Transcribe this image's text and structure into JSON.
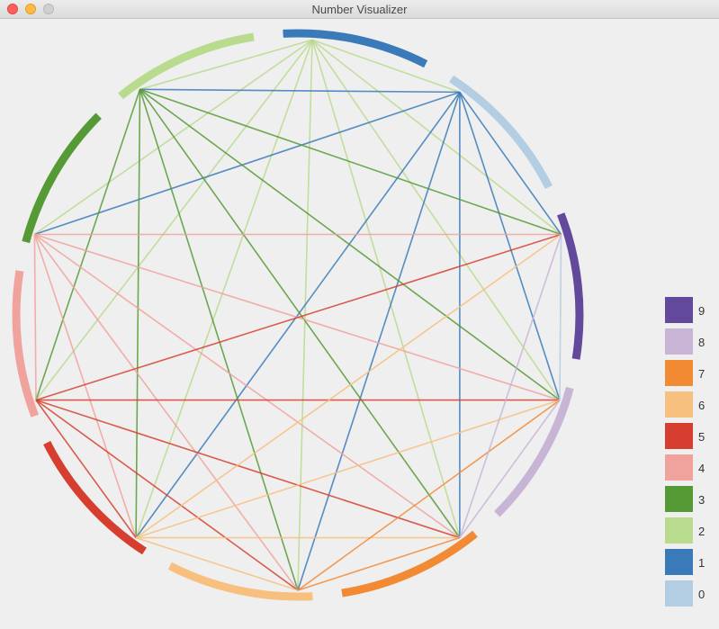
{
  "window": {
    "title": "Number Visualizer"
  },
  "palette": {
    "0": "#b3cde3",
    "1": "#3a7ab8",
    "2": "#b8db8d",
    "3": "#559a35",
    "4": "#f0a29c",
    "5": "#d63f2f",
    "6": "#f7c07e",
    "7": "#f28a34",
    "8": "#c8b5d6",
    "9": "#62499c"
  },
  "legend": {
    "items": [
      {
        "digit": "9",
        "label": "9"
      },
      {
        "digit": "8",
        "label": "8"
      },
      {
        "digit": "7",
        "label": "7"
      },
      {
        "digit": "6",
        "label": "6"
      },
      {
        "digit": "5",
        "label": "5"
      },
      {
        "digit": "4",
        "label": "4"
      },
      {
        "digit": "3",
        "label": "3"
      },
      {
        "digit": "2",
        "label": "2"
      },
      {
        "digit": "1",
        "label": "1"
      },
      {
        "digit": "0",
        "label": "0"
      }
    ]
  },
  "visualization": {
    "ring_order": [
      "0",
      "9",
      "8",
      "7",
      "6",
      "5",
      "4",
      "3",
      "2",
      "1"
    ],
    "point_digits": [
      "2",
      "1",
      "0",
      "9",
      "8",
      "7",
      "6",
      "5",
      "4",
      "3"
    ],
    "chords": [
      [
        0,
        1
      ],
      [
        0,
        2
      ],
      [
        0,
        3
      ],
      [
        0,
        4
      ],
      [
        0,
        5
      ],
      [
        0,
        6
      ],
      [
        0,
        7
      ],
      [
        0,
        8
      ],
      [
        0,
        9
      ],
      [
        1,
        9
      ],
      [
        1,
        8
      ],
      [
        1,
        2
      ],
      [
        1,
        3
      ],
      [
        1,
        4
      ],
      [
        1,
        5
      ],
      [
        1,
        6
      ],
      [
        9,
        2
      ],
      [
        9,
        3
      ],
      [
        9,
        4
      ],
      [
        9,
        5
      ],
      [
        9,
        6
      ],
      [
        9,
        7
      ],
      [
        8,
        2
      ],
      [
        8,
        3
      ],
      [
        8,
        4
      ],
      [
        8,
        5
      ],
      [
        8,
        6
      ],
      [
        8,
        7
      ],
      [
        7,
        2
      ],
      [
        7,
        3
      ],
      [
        7,
        4
      ],
      [
        7,
        5
      ],
      [
        7,
        6
      ],
      [
        6,
        2
      ],
      [
        6,
        3
      ],
      [
        6,
        4
      ],
      [
        6,
        5
      ],
      [
        5,
        3
      ],
      [
        5,
        4
      ],
      [
        4,
        2
      ],
      [
        4,
        3
      ],
      [
        2,
        3
      ]
    ]
  }
}
